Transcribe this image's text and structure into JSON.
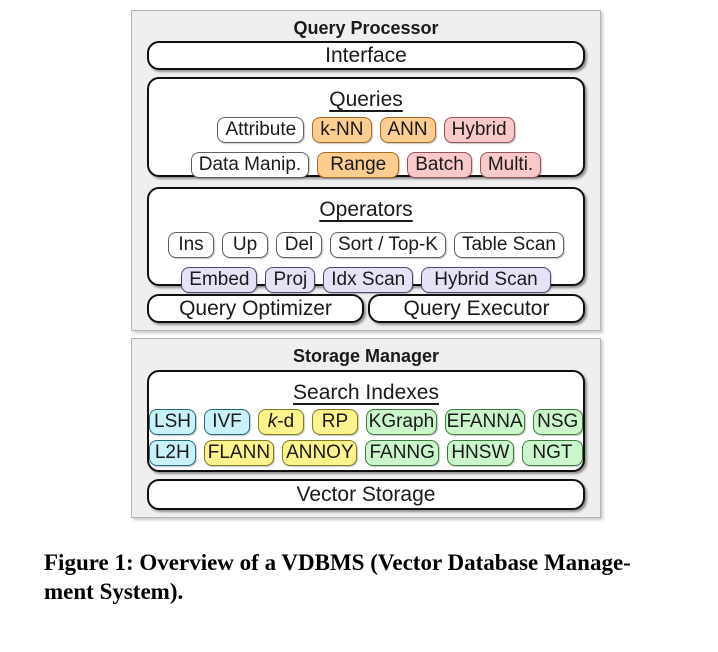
{
  "palette": {
    "white": {
      "bg": "#ffffff",
      "border": "#606060"
    },
    "orange": {
      "bg": "#fbcd90",
      "border": "#a96a22"
    },
    "pink": {
      "bg": "#f9c8c9",
      "border": "#95555c"
    },
    "lavender": {
      "bg": "#e4e3f6",
      "border": "#4a4870"
    },
    "cyan": {
      "bg": "#c9f1f8",
      "border": "#26697b"
    },
    "yellow": {
      "bg": "#fbf38c",
      "border": "#7f7c20"
    },
    "green": {
      "bg": "#cbf5cb",
      "border": "#3c7d3c"
    }
  },
  "query_processor": {
    "title": "Query Processor",
    "interface_label": "Interface",
    "queries": {
      "title": "Queries",
      "rows": [
        [
          {
            "label": "Attribute",
            "color": "white"
          },
          {
            "label": "k-NN",
            "color": "orange"
          },
          {
            "label": "ANN",
            "color": "orange"
          },
          {
            "label": "Hybrid",
            "color": "pink"
          }
        ],
        [
          {
            "label": "Data Manip.",
            "color": "white"
          },
          {
            "label": "Range",
            "color": "orange",
            "wide": true
          },
          {
            "label": "Batch",
            "color": "pink"
          },
          {
            "label": "Multi.",
            "color": "pink"
          }
        ]
      ]
    },
    "operators": {
      "title": "Operators",
      "rows": [
        [
          {
            "label": "Ins",
            "color": "white"
          },
          {
            "label": "Up",
            "color": "white"
          },
          {
            "label": "Del",
            "color": "white"
          },
          {
            "label": "Sort / Top-K",
            "color": "white"
          },
          {
            "label": "Table Scan",
            "color": "white"
          }
        ],
        [
          {
            "label": "Embed",
            "color": "lavender"
          },
          {
            "label": "Proj",
            "color": "lavender"
          },
          {
            "label": "Idx Scan",
            "color": "lavender"
          },
          {
            "label": "Hybrid Scan",
            "color": "lavender",
            "wide": true
          }
        ]
      ]
    },
    "optimizer_label": "Query Optimizer",
    "executor_label": "Query Executor"
  },
  "storage_manager": {
    "title": "Storage Manager",
    "search_indexes": {
      "title": "Search Indexes",
      "rows": [
        [
          {
            "label": "LSH",
            "color": "cyan"
          },
          {
            "label": "IVF",
            "color": "cyan"
          },
          {
            "label": "k-d",
            "color": "yellow",
            "italic_first": true
          },
          {
            "label": "RP",
            "color": "yellow"
          },
          {
            "label": "KGraph",
            "color": "green"
          },
          {
            "label": "EFANNA",
            "color": "green"
          },
          {
            "label": "NSG",
            "color": "green"
          }
        ],
        [
          {
            "label": "L2H",
            "color": "cyan"
          },
          {
            "label": "FLANN",
            "color": "yellow"
          },
          {
            "label": "ANNOY",
            "color": "yellow"
          },
          {
            "label": "FANNG",
            "color": "green"
          },
          {
            "label": "HNSW",
            "color": "green"
          },
          {
            "label": "NGT",
            "color": "green",
            "wide": true
          }
        ]
      ]
    },
    "vector_storage_label": "Vector Storage"
  },
  "caption": {
    "lines": [
      "Figure 1: Overview of a VDBMS (Vector Database Manage-",
      "ment System)."
    ]
  }
}
